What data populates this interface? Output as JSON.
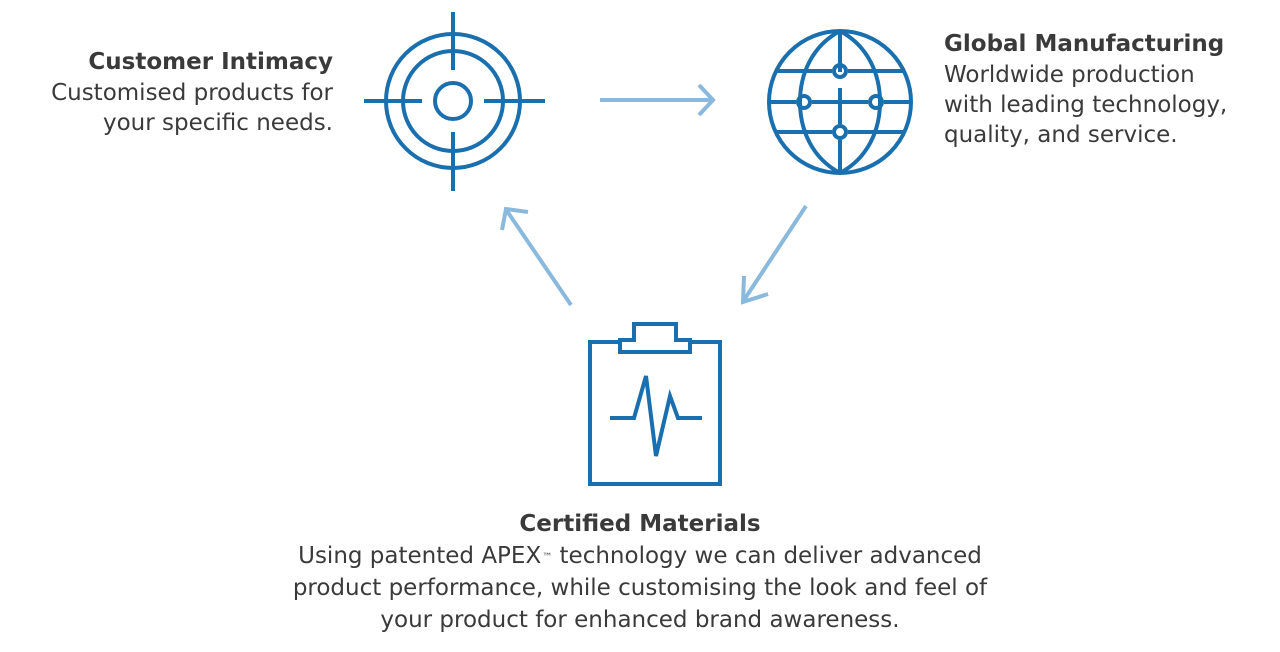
{
  "colors": {
    "icon": "#1a6fae",
    "arrow": "#8ab9de",
    "text": "#3a3a3a"
  },
  "nodes": [
    {
      "id": "customer-intimacy",
      "icon": "target-icon",
      "title": "Customer Intimacy",
      "lines": [
        "Customised products for",
        "your specific needs."
      ]
    },
    {
      "id": "global-manufacturing",
      "icon": "globe-icon",
      "title": "Global Manufacturing",
      "lines": [
        "Worldwide production",
        "with leading technology,",
        "quality, and service."
      ]
    },
    {
      "id": "certified-materials",
      "icon": "clipboard-heartbeat-icon",
      "title": "Certified Materials",
      "lines": [
        {
          "before": "Using patented APEX",
          "sup": "™",
          "after": " technology we can deliver advanced"
        },
        "product performance, while customising the look and feel of",
        "your product for enhanced brand awareness."
      ]
    }
  ],
  "edges": [
    {
      "from": "customer-intimacy",
      "to": "global-manufacturing"
    },
    {
      "from": "global-manufacturing",
      "to": "certified-materials"
    },
    {
      "from": "certified-materials",
      "to": "customer-intimacy"
    }
  ]
}
